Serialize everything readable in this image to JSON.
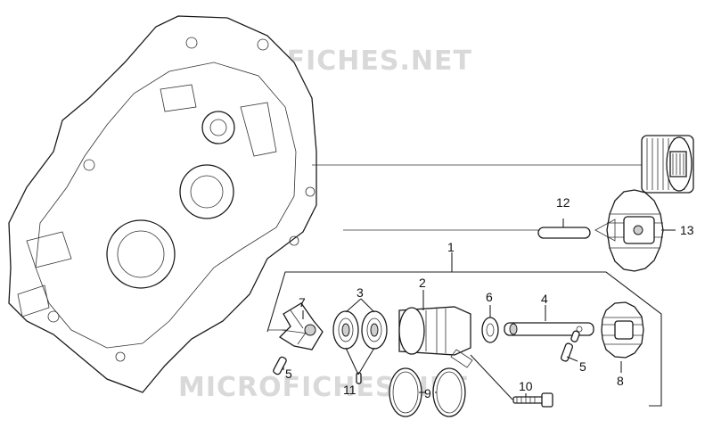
{
  "watermark": "MICROFICHES.NET",
  "callouts": {
    "c1": "1",
    "c2": "2",
    "c3": "3",
    "c4": "4",
    "c5a": "5",
    "c5b": "5",
    "c6": "6",
    "c7": "7",
    "c8": "8",
    "c9": "9",
    "c10": "10",
    "c11": "11",
    "c12": "12",
    "c13": "13"
  }
}
